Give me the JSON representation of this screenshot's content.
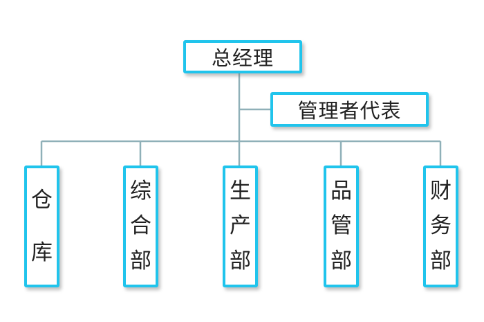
{
  "org_chart": {
    "top": {
      "label": "总经理"
    },
    "representative": {
      "label": "管理者代表"
    },
    "departments": [
      {
        "chars": [
          "仓",
          "库"
        ]
      },
      {
        "chars": [
          "综",
          "合",
          "部"
        ]
      },
      {
        "chars": [
          "生",
          "产",
          "部"
        ]
      },
      {
        "chars": [
          "品",
          "管",
          "部"
        ]
      },
      {
        "chars": [
          "财",
          "务",
          "部"
        ]
      }
    ]
  },
  "colors": {
    "box_border": "#20c4ec",
    "line": "#8fb0b8",
    "text": "#222222"
  }
}
